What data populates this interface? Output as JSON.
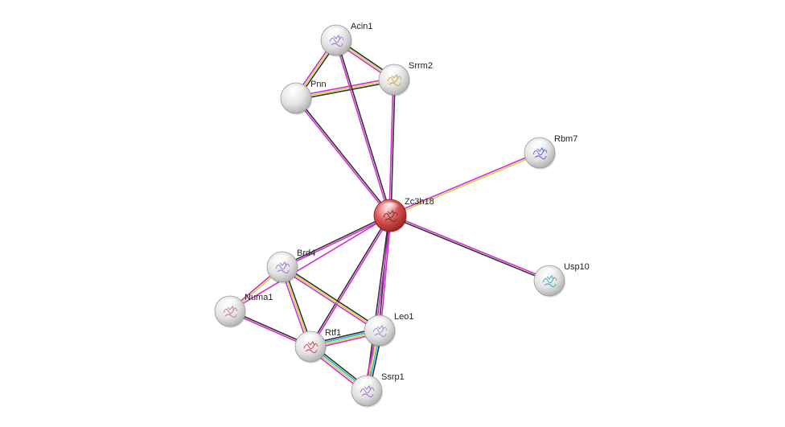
{
  "network": {
    "colors": {
      "node": "#d8d8d8",
      "node_query": "#d23a3a",
      "edge_magenta": "#d52bd5",
      "edge_black": "#333333",
      "edge_yellow": "#c8d83a",
      "edge_cyan": "#27b7d8"
    },
    "nodes": [
      {
        "id": "Acin1",
        "label": "Acin1",
        "query": false,
        "icon": "protein-structure-icon"
      },
      {
        "id": "Srrm2",
        "label": "Srrm2",
        "query": false,
        "icon": "protein-structure-icon"
      },
      {
        "id": "Pnn",
        "label": "Pnn",
        "query": false,
        "icon": ""
      },
      {
        "id": "Rbm7",
        "label": "Rbm7",
        "query": false,
        "icon": "protein-structure-icon"
      },
      {
        "id": "Zc3h18",
        "label": "Zc3h18",
        "query": true,
        "icon": "protein-structure-icon"
      },
      {
        "id": "Brd4",
        "label": "Brd4",
        "query": false,
        "icon": "protein-structure-icon"
      },
      {
        "id": "Usp10",
        "label": "Usp10",
        "query": false,
        "icon": "protein-structure-icon"
      },
      {
        "id": "Numa1",
        "label": "Numa1",
        "query": false,
        "icon": "protein-structure-icon"
      },
      {
        "id": "Leo1",
        "label": "Leo1",
        "query": false,
        "icon": "protein-structure-icon"
      },
      {
        "id": "Rtf1",
        "label": "Rtf1",
        "query": false,
        "icon": "protein-structure-icon"
      },
      {
        "id": "Ssrp1",
        "label": "Ssrp1",
        "query": false,
        "icon": "protein-structure-icon"
      }
    ],
    "edges": [
      {
        "a": "Acin1",
        "b": "Srrm2",
        "colors": [
          "edge_black",
          "edge_yellow",
          "edge_magenta"
        ]
      },
      {
        "a": "Acin1",
        "b": "Pnn",
        "colors": [
          "edge_black",
          "edge_yellow",
          "edge_magenta"
        ]
      },
      {
        "a": "Srrm2",
        "b": "Pnn",
        "colors": [
          "edge_black",
          "edge_yellow",
          "edge_magenta"
        ]
      },
      {
        "a": "Acin1",
        "b": "Zc3h18",
        "colors": [
          "edge_black",
          "edge_magenta"
        ]
      },
      {
        "a": "Srrm2",
        "b": "Zc3h18",
        "colors": [
          "edge_black",
          "edge_magenta"
        ]
      },
      {
        "a": "Pnn",
        "b": "Zc3h18",
        "colors": [
          "edge_black",
          "edge_magenta"
        ]
      },
      {
        "a": "Rbm7",
        "b": "Zc3h18",
        "colors": [
          "edge_yellow",
          "edge_magenta"
        ]
      },
      {
        "a": "Usp10",
        "b": "Zc3h18",
        "colors": [
          "edge_black",
          "edge_magenta"
        ]
      },
      {
        "a": "Brd4",
        "b": "Zc3h18",
        "colors": [
          "edge_black",
          "edge_magenta"
        ]
      },
      {
        "a": "Numa1",
        "b": "Zc3h18",
        "colors": [
          "edge_magenta"
        ]
      },
      {
        "a": "Rtf1",
        "b": "Zc3h18",
        "colors": [
          "edge_black",
          "edge_magenta"
        ]
      },
      {
        "a": "Leo1",
        "b": "Zc3h18",
        "colors": [
          "edge_black",
          "edge_magenta"
        ]
      },
      {
        "a": "Ssrp1",
        "b": "Zc3h18",
        "colors": [
          "edge_black",
          "edge_magenta"
        ]
      },
      {
        "a": "Brd4",
        "b": "Numa1",
        "colors": [
          "edge_yellow",
          "edge_magenta"
        ]
      },
      {
        "a": "Brd4",
        "b": "Rtf1",
        "colors": [
          "edge_black",
          "edge_yellow",
          "edge_magenta"
        ]
      },
      {
        "a": "Brd4",
        "b": "Leo1",
        "colors": [
          "edge_black",
          "edge_yellow",
          "edge_magenta"
        ]
      },
      {
        "a": "Numa1",
        "b": "Rtf1",
        "colors": [
          "edge_black",
          "edge_magenta"
        ]
      },
      {
        "a": "Rtf1",
        "b": "Leo1",
        "colors": [
          "edge_black",
          "edge_cyan",
          "edge_yellow",
          "edge_magenta"
        ]
      },
      {
        "a": "Rtf1",
        "b": "Ssrp1",
        "colors": [
          "edge_black",
          "edge_cyan",
          "edge_yellow",
          "edge_magenta"
        ]
      },
      {
        "a": "Leo1",
        "b": "Ssrp1",
        "colors": [
          "edge_black",
          "edge_cyan",
          "edge_yellow",
          "edge_magenta"
        ]
      }
    ]
  }
}
